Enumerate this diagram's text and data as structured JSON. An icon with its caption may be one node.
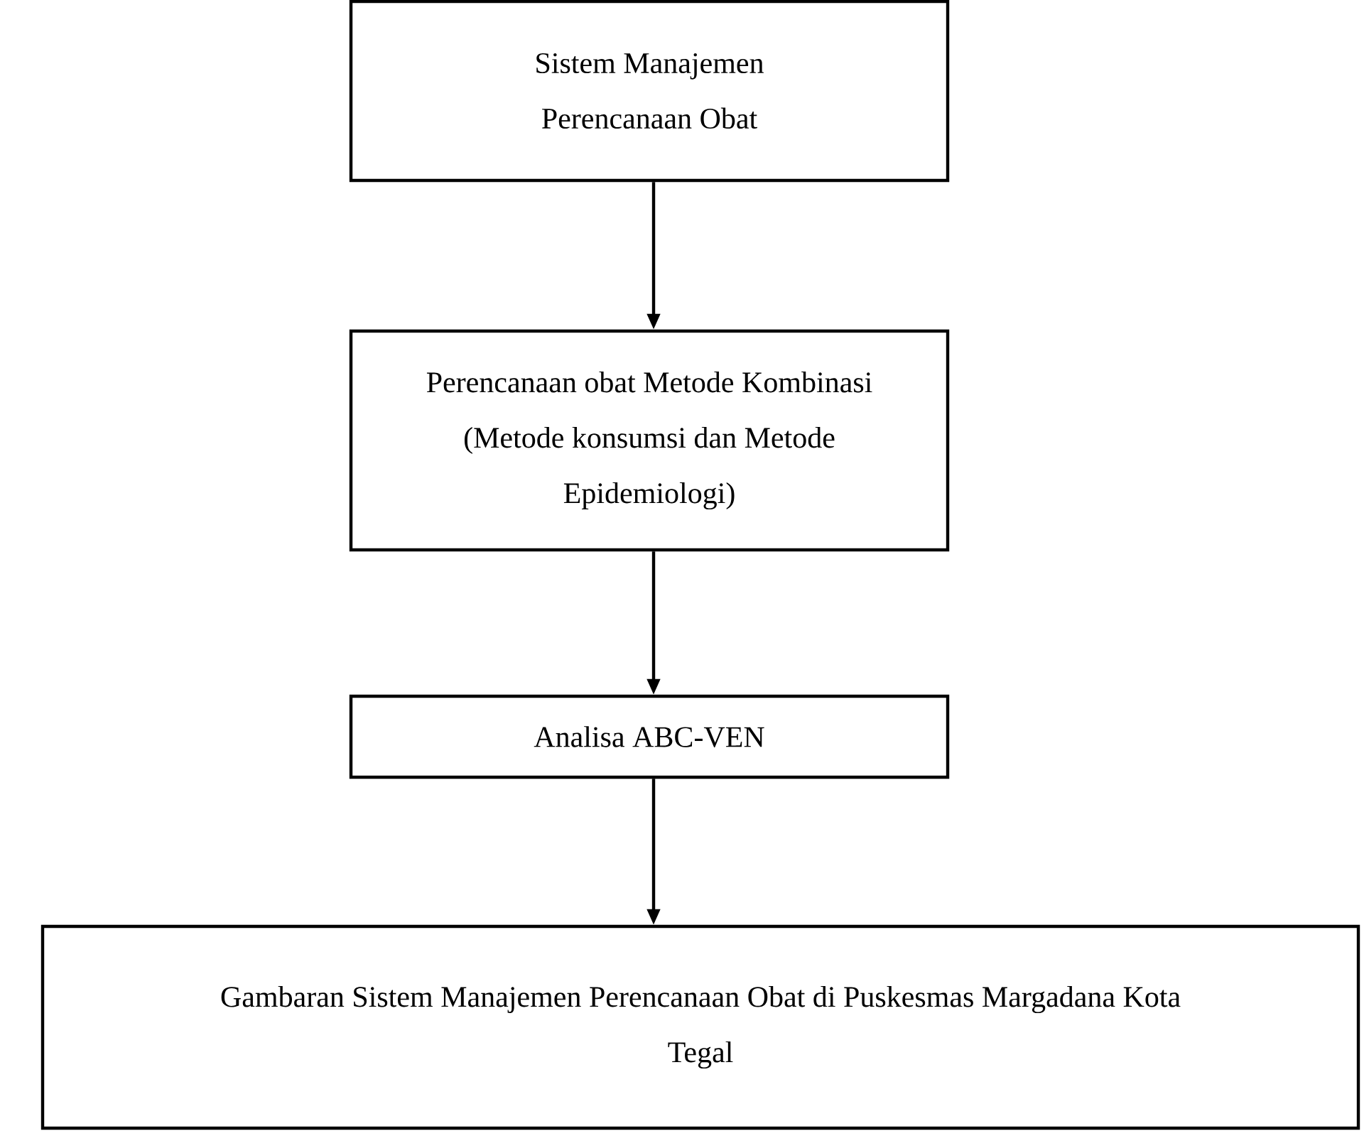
{
  "diagram": {
    "nodes": [
      {
        "text": [
          "Sistem Manajemen Perencanaan Obat"
        ]
      },
      {
        "text": [
          "Perencanaan obat Metode Kombinasi (Metode konsumsi dan Metode Epidemiologi)"
        ]
      },
      {
        "text": [
          "Analisa ABC-VEN"
        ]
      },
      {
        "text": [
          "Gambaran Sistem Manajemen Perencanaan Obat di Puskesmas Margadana Kota Tegal"
        ]
      }
    ],
    "edges": [
      {
        "from": 0,
        "to": 1,
        "arrow": "to"
      },
      {
        "from": 1,
        "to": 2,
        "arrow": "to"
      },
      {
        "from": 2,
        "to": 3,
        "arrow": "to"
      }
    ]
  }
}
